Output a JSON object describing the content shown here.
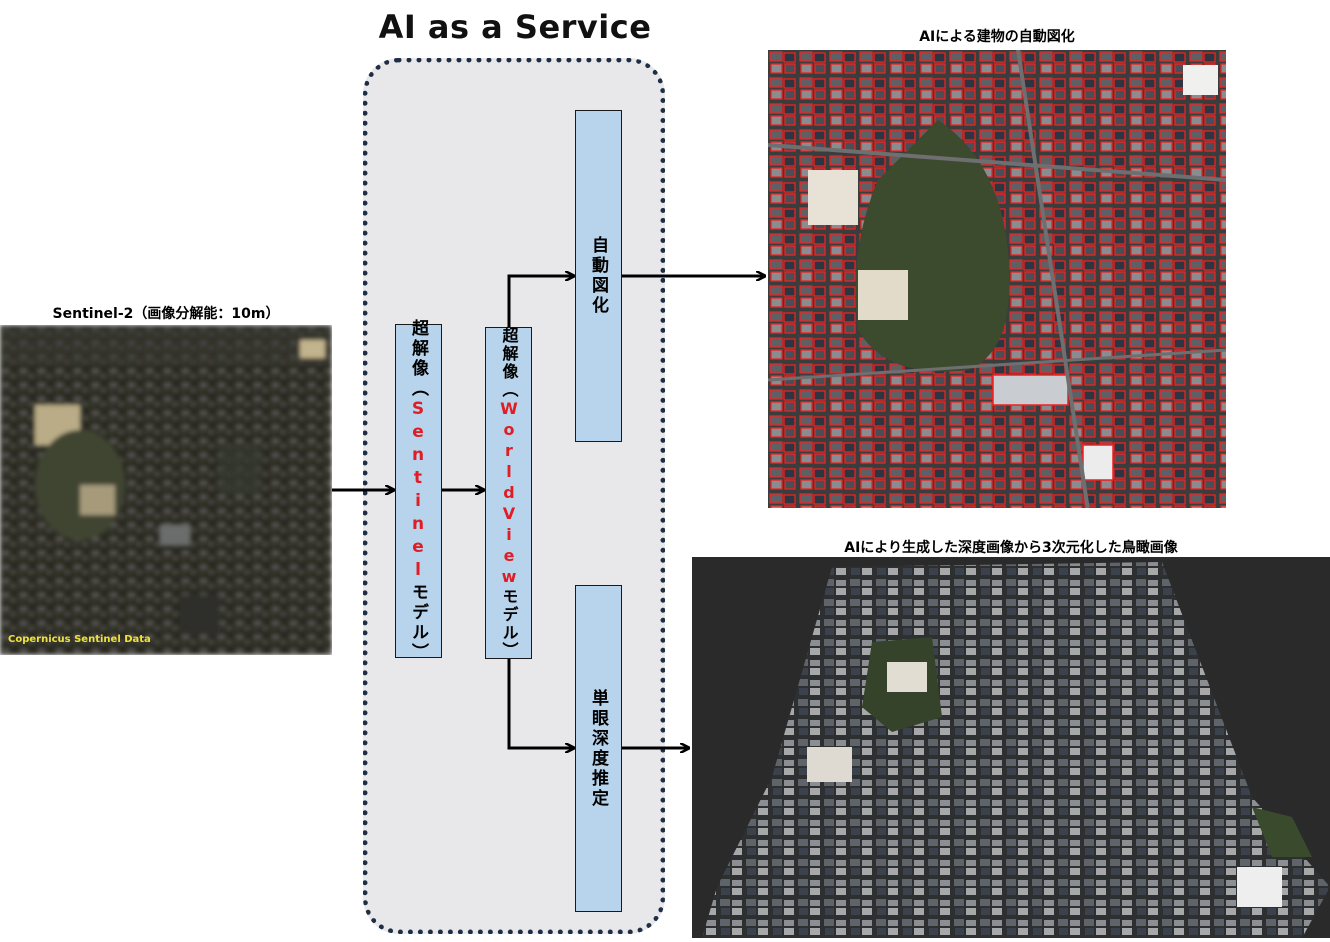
{
  "title": "AI as a Service",
  "input": {
    "caption": "Sentinel-2（画像分解能：10m）",
    "credit": "Copernicus Sentinel Data"
  },
  "boxes": {
    "sr_sentinel": {
      "prefix": "超解像（",
      "highlight": "Sentinel",
      "suffix": "モデル）"
    },
    "sr_worldview": {
      "prefix": "超解像（",
      "highlight": "WorldView",
      "suffix": "モデル）"
    },
    "auto_mapping": {
      "label": "自動図化"
    },
    "depth": {
      "label": "単眼深度推定"
    }
  },
  "outputs": {
    "buildings_caption": "AIによる建物の自動図化",
    "birdseye_caption": "AIにより生成した深度画像から3次元化した鳥瞰画像"
  },
  "colors": {
    "box_fill": "#b8d4ec",
    "highlight": "#e01c24",
    "container": "#e8e8ea",
    "container_border": "#1e2f45"
  }
}
